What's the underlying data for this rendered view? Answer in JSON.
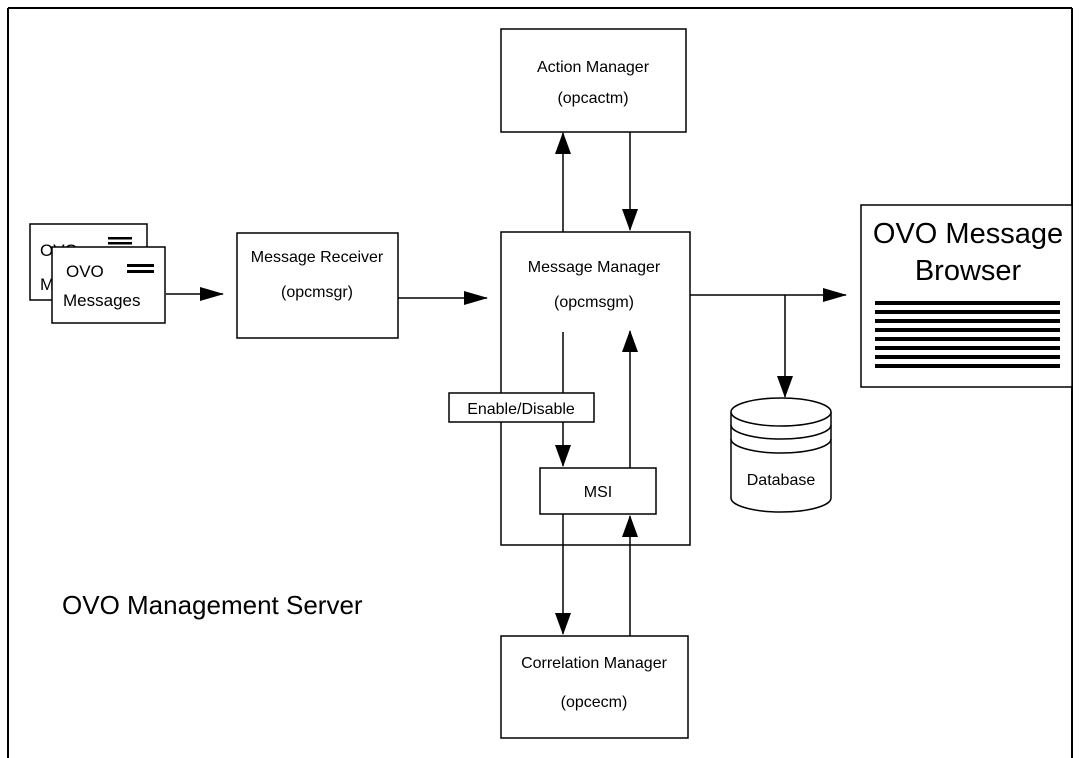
{
  "server_label": "OVO Management Server",
  "message_stack": {
    "back_card_fragment_1": "OVO",
    "back_card_fragment_2": "M",
    "front_title": "OVO",
    "front_subtitle": "Messages"
  },
  "message_receiver": {
    "name": "Message Receiver",
    "process": "(opcmsgr)"
  },
  "action_manager": {
    "name": "Action Manager",
    "process": "(opcactm)"
  },
  "message_manager": {
    "name": "Message Manager",
    "process": "(opcmsgm)"
  },
  "enable_disable_label": "Enable/Disable",
  "msi_label": "MSI",
  "correlation_manager": {
    "name": "Correlation Manager",
    "process": "(opcecm)"
  },
  "database_label": "Database",
  "browser": {
    "title_line1": "OVO Message",
    "title_line2": "Browser"
  }
}
